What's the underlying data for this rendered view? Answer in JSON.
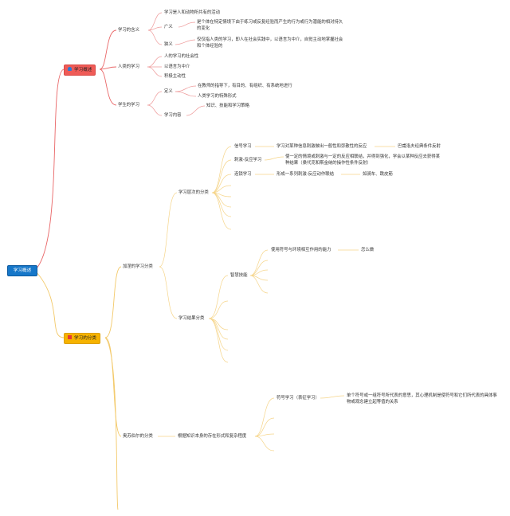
{
  "colors": {
    "red_branch": "#ef5b57",
    "yellow_branch": "#f6b300",
    "red_line": "#e96667",
    "yellow_line": "#f3c969",
    "root": "#1677c9"
  },
  "root": {
    "label": "学习概述"
  },
  "b1": {
    "label": "学习概述",
    "icon": "person-icon",
    "meaning": {
      "label": "学习的含义",
      "c1": "学习是人和动物所共有的活动",
      "broad": {
        "label": "广义",
        "text": "是个体在特定情境下由于练习或反复经验而产生的行为或行为潜能的相对持久的变化"
      },
      "narrow": {
        "label": "狭义",
        "text": "仅仅指人类的学习，即人在社会实践中，以语言为中介，自觉主动地掌握社会和个体经验的"
      }
    },
    "human": {
      "label": "人类的学习",
      "items": [
        "人的学习的社会性",
        "以语言为中介",
        "积极主动性"
      ]
    },
    "student": {
      "label": "学生的学习",
      "def": {
        "label": "定义",
        "items": [
          "在教师的指导下，有目的、有组织、有系统地进行",
          "人类学习的特殊形式"
        ]
      },
      "content": {
        "label": "学习内容",
        "text": "知识、技能和学习策略"
      }
    }
  },
  "b2": {
    "label": "学习的分类",
    "icon": "square-icon",
    "gagne": {
      "label": "加涅的学习分类",
      "level": {
        "label": "学习层次的分类",
        "signal": {
          "label": "信号学习",
          "text": "学习对某种信息刺激做出一般性和弥散性的反应",
          "note": "巴甫洛夫经典条件反射"
        },
        "sr": {
          "label": "刺激-反应学习",
          "text": "使一定的情境或刺激与一定的反应相联结，并得到强化，学会以某种反应去获得某种结果（桑代克和斯金纳的操作性条件反射）"
        },
        "chain": {
          "label": "连锁学习",
          "text": "形成一系列刺激-反应动作联结",
          "note": "如骑车、跳皮筋"
        }
      },
      "outcome": {
        "label": "学习结果分类",
        "intellectual": {
          "label": "智慧技能",
          "text": "使用符号与环境相互作用的能力",
          "note": "怎么做"
        }
      }
    },
    "ausubel": {
      "label": "奥苏伯尔的分类",
      "form": {
        "label": "根据知识本身的存在形式和复杂程度",
        "symbol": {
          "label": "符号学习（表征学习）",
          "text": "单个符号或一组符号所代表的意思，其心理机制是使符号和它们所代表的具体事物或观念建立起等值的关系"
        }
      }
    }
  }
}
